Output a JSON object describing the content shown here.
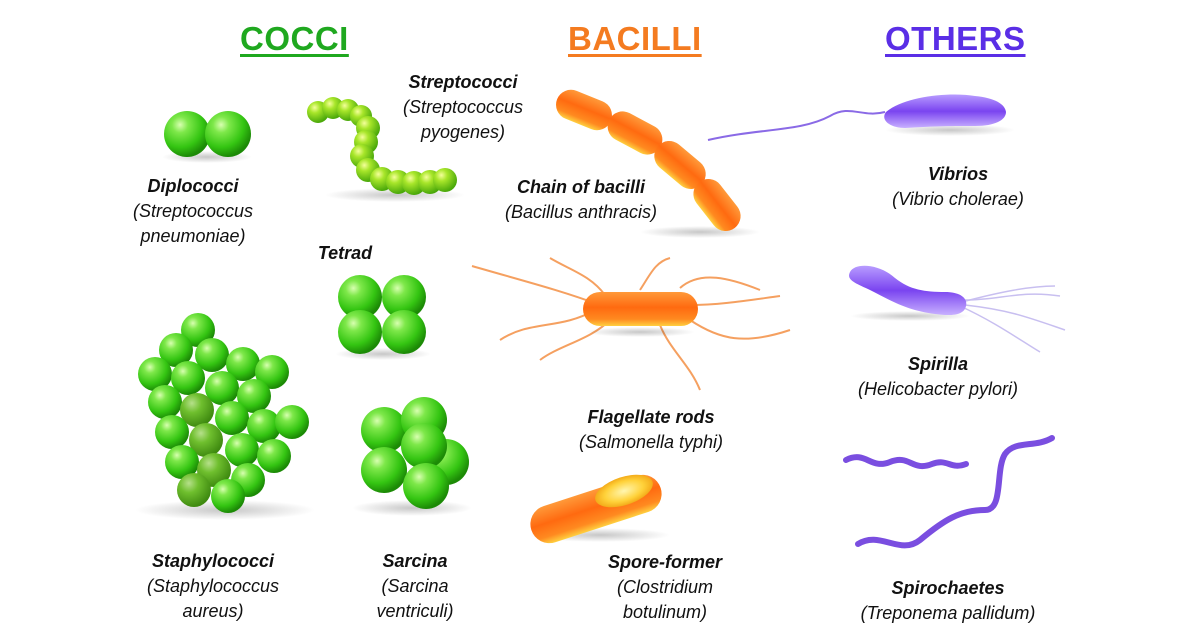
{
  "headings": {
    "cocci": {
      "text": "COCCI",
      "color": "#1fa81f"
    },
    "bacilli": {
      "text": "BACILLI",
      "color": "#f47b20"
    },
    "others": {
      "text": "OTHERS",
      "color": "#5a2ee6"
    }
  },
  "colors": {
    "cocci_light": "#8ef05a",
    "cocci_mid": "#3ccf14",
    "cocci_dark": "#1f9a08",
    "bacilli_light": "#ffd24a",
    "bacilli_mid": "#ff7a12",
    "bacilli_dark": "#e4500a",
    "others_light": "#c9b4ff",
    "others_mid": "#8a5cf5",
    "others_dark": "#5a2ed0"
  },
  "organisms": {
    "diplococci": {
      "name": "Diplococci",
      "sci": [
        "(Streptococcus",
        "pneumoniae)"
      ]
    },
    "streptococci": {
      "name": "Streptococci",
      "sci": [
        "(Streptococcus",
        "pyogenes)"
      ]
    },
    "tetrad": {
      "name": "Tetrad",
      "sci": []
    },
    "staphylococci": {
      "name": "Staphylococci",
      "sci": [
        "(Staphylococcus",
        "aureus)"
      ]
    },
    "sarcina": {
      "name": "Sarcina",
      "sci": [
        "(Sarcina",
        "ventriculi)"
      ]
    },
    "chain_bacilli": {
      "name": "Chain of bacilli",
      "sci": [
        "(Bacillus anthracis)"
      ]
    },
    "flagellate": {
      "name": "Flagellate rods",
      "sci": [
        "(Salmonella typhi)"
      ]
    },
    "spore": {
      "name": "Spore-former",
      "sci": [
        "(Clostridium",
        "botulinum)"
      ]
    },
    "vibrios": {
      "name": "Vibrios",
      "sci": [
        "(Vibrio cholerae)"
      ]
    },
    "spirilla": {
      "name": "Spirilla",
      "sci": [
        "(Helicobacter pylori)"
      ]
    },
    "spirochaetes": {
      "name": "Spirochaetes",
      "sci": [
        "(Treponema pallidum)"
      ]
    }
  }
}
